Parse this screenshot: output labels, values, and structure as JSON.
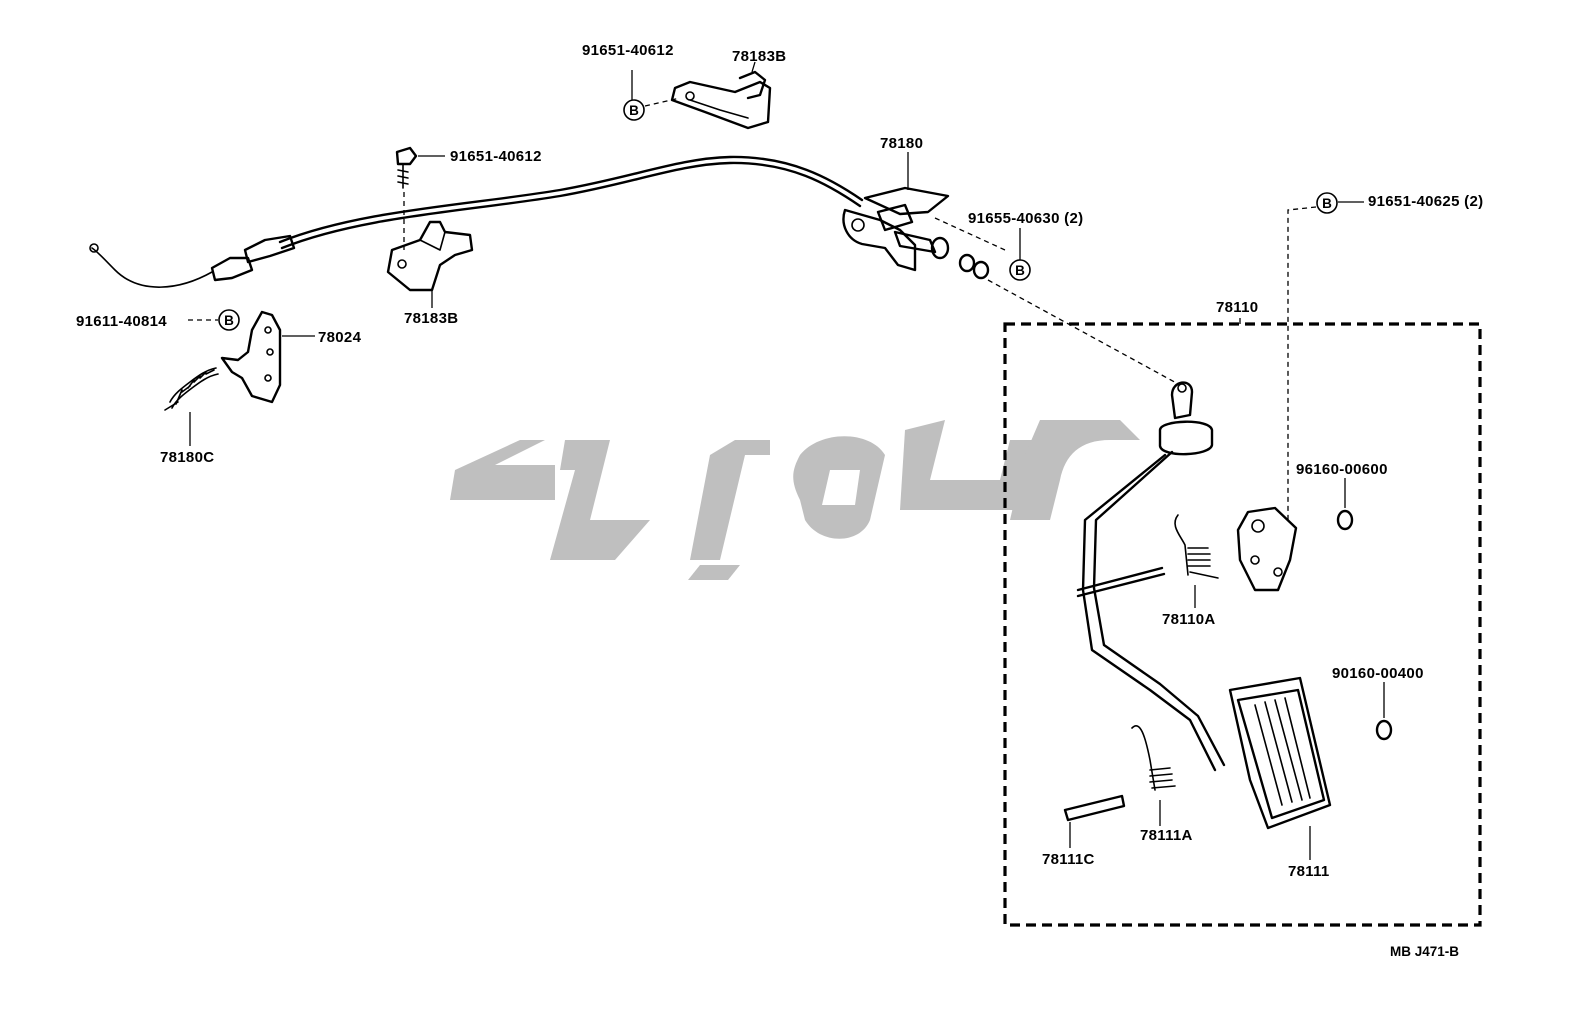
{
  "diagram": {
    "callouts": [
      {
        "id": "c1",
        "text": "91651-40612"
      },
      {
        "id": "c2",
        "text": "78183B"
      },
      {
        "id": "c3",
        "text": "91651-40612"
      },
      {
        "id": "c4",
        "text": "78180"
      },
      {
        "id": "c5",
        "text": "91655-40630 (2)"
      },
      {
        "id": "c6",
        "text": "91651-40625 (2)"
      },
      {
        "id": "c7",
        "text": "78183B"
      },
      {
        "id": "c8",
        "text": "91611-40814"
      },
      {
        "id": "c9",
        "text": "78024"
      },
      {
        "id": "c10",
        "text": "78180C"
      },
      {
        "id": "c11",
        "text": "78110"
      },
      {
        "id": "c12",
        "text": "96160-00600"
      },
      {
        "id": "c13",
        "text": "78110A"
      },
      {
        "id": "c14",
        "text": "90160-00400"
      },
      {
        "id": "c15",
        "text": "78111C"
      },
      {
        "id": "c16",
        "text": "78111A"
      },
      {
        "id": "c17",
        "text": "78111"
      }
    ],
    "bolt_marker": "B",
    "drawing_code": "MB J471-B"
  },
  "colors": {
    "line": "#000000",
    "watermark": "#bfbfbf",
    "background": "#ffffff"
  }
}
